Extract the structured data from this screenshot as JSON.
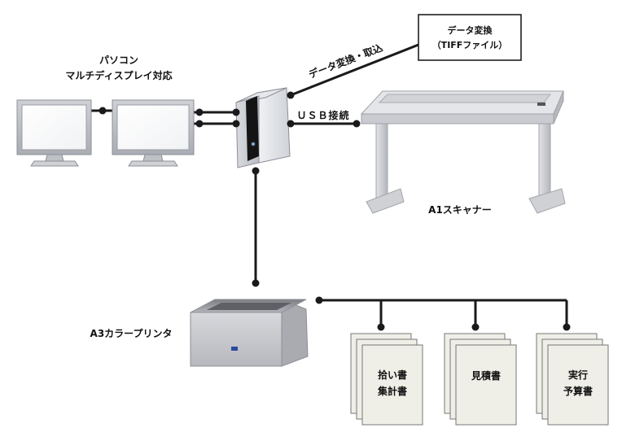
{
  "labels": {
    "pc_line1": "パソコン",
    "pc_line2": "マルチディスプレイ対応",
    "data_conv_line1": "データ変換",
    "data_conv_line2": "（TIFFファイル）",
    "data_conv_import": "データ変換・取込",
    "usb": "ＵＳＢ接続",
    "scanner": "A1スキャナー",
    "printer": "A3カラープリンタ",
    "doc1_line1": "拾い書",
    "doc1_line2": "集計書",
    "doc2_line1": "見積書",
    "doc3_line1": "実行",
    "doc3_line2": "予算書"
  }
}
